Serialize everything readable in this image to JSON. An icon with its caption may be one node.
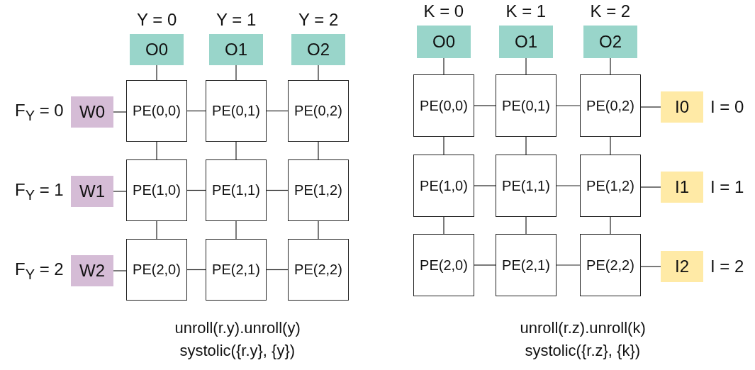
{
  "diagram": {
    "nodes": [
      {
        "text": [
          "O0"
        ],
        "beside": [
          "Y = 0"
        ]
      },
      {
        "text": [
          "O1"
        ],
        "beside": [
          "Y = 1"
        ]
      },
      {
        "text": [
          "O2"
        ],
        "beside": [
          "Y = 2"
        ]
      },
      {
        "text": [
          "W0"
        ],
        "beside": [
          "F$_{Y}$ = 0"
        ]
      },
      {
        "text": [
          "W1"
        ],
        "beside": [
          "F$_{Y}$ = 1"
        ]
      },
      {
        "text": [
          "W2"
        ],
        "beside": [
          "F$_{Y}$ = 2"
        ]
      },
      {
        "text": [
          "PE(0,0)"
        ]
      },
      {
        "text": [
          "PE(0,1)"
        ]
      },
      {
        "text": [
          "PE(0,2)"
        ]
      },
      {
        "text": [
          "PE(1,0)"
        ]
      },
      {
        "text": [
          "PE(1,1)"
        ]
      },
      {
        "text": [
          "PE(1,2)"
        ]
      },
      {
        "text": [
          "PE(2,0)"
        ]
      },
      {
        "text": [
          "PE(2,1)"
        ]
      },
      {
        "text": [
          "PE(2,2)"
        ]
      },
      {
        "text": [
          "O0"
        ],
        "beside": [
          "K = 0"
        ]
      },
      {
        "text": [
          "O1"
        ],
        "beside": [
          "K = 1"
        ]
      },
      {
        "text": [
          "O2"
        ],
        "beside": [
          "K = 2"
        ]
      },
      {
        "text": [
          "PE(0,0)"
        ]
      },
      {
        "text": [
          "PE(0,1)"
        ]
      },
      {
        "text": [
          "PE(0,2)"
        ]
      },
      {
        "text": [
          "PE(1,0)"
        ]
      },
      {
        "text": [
          "PE(1,1)"
        ]
      },
      {
        "text": [
          "PE(1,2)"
        ]
      },
      {
        "text": [
          "PE(2,0)"
        ]
      },
      {
        "text": [
          "PE(2,1)"
        ]
      },
      {
        "text": [
          "PE(2,2)"
        ]
      },
      {
        "text": [
          "I0"
        ],
        "beside": [
          "I = 0"
        ]
      },
      {
        "text": [
          "I1"
        ],
        "beside": [
          "I = 1"
        ]
      },
      {
        "text": [
          "I2"
        ],
        "beside": [
          "I = 2"
        ]
      }
    ],
    "edges": [
      {
        "from": 0,
        "to": 6,
        "arrow": "none"
      },
      {
        "from": 1,
        "to": 7,
        "arrow": "none"
      },
      {
        "from": 2,
        "to": 8,
        "arrow": "none"
      },
      {
        "from": 3,
        "to": 6,
        "arrow": "none"
      },
      {
        "from": 4,
        "to": 9,
        "arrow": "none"
      },
      {
        "from": 5,
        "to": 12,
        "arrow": "none"
      },
      {
        "from": 6,
        "to": 7,
        "arrow": "none"
      },
      {
        "from": 7,
        "to": 8,
        "arrow": "none"
      },
      {
        "from": 9,
        "to": 10,
        "arrow": "none"
      },
      {
        "from": 10,
        "to": 11,
        "arrow": "none"
      },
      {
        "from": 12,
        "to": 13,
        "arrow": "none"
      },
      {
        "from": 13,
        "to": 14,
        "arrow": "none"
      },
      {
        "from": 6,
        "to": 9,
        "arrow": "none"
      },
      {
        "from": 9,
        "to": 12,
        "arrow": "none"
      },
      {
        "from": 7,
        "to": 10,
        "arrow": "none"
      },
      {
        "from": 10,
        "to": 13,
        "arrow": "none"
      },
      {
        "from": 8,
        "to": 11,
        "arrow": "none"
      },
      {
        "from": 11,
        "to": 14,
        "arrow": "none"
      },
      {
        "from": 15,
        "to": 18,
        "arrow": "none"
      },
      {
        "from": 16,
        "to": 19,
        "arrow": "none"
      },
      {
        "from": 17,
        "to": 20,
        "arrow": "none"
      },
      {
        "from": 18,
        "to": 19,
        "arrow": "none"
      },
      {
        "from": 19,
        "to": 20,
        "arrow": "none"
      },
      {
        "from": 21,
        "to": 22,
        "arrow": "none"
      },
      {
        "from": 22,
        "to": 23,
        "arrow": "none"
      },
      {
        "from": 24,
        "to": 25,
        "arrow": "none"
      },
      {
        "from": 25,
        "to": 26,
        "arrow": "none"
      },
      {
        "from": 20,
        "to": 27,
        "arrow": "none"
      },
      {
        "from": 23,
        "to": 28,
        "arrow": "none"
      },
      {
        "from": 26,
        "to": 29,
        "arrow": "none"
      },
      {
        "from": 18,
        "to": 21,
        "arrow": "none"
      },
      {
        "from": 21,
        "to": 24,
        "arrow": "none"
      },
      {
        "from": 19,
        "to": 22,
        "arrow": "none"
      },
      {
        "from": 22,
        "to": 25,
        "arrow": "none"
      },
      {
        "from": 20,
        "to": 23,
        "arrow": "none"
      },
      {
        "from": 23,
        "to": 26,
        "arrow": "none"
      }
    ],
    "labels": [
      "unroll(r.y).unroll(y)",
      "systolic({r.y}, {y})",
      "unroll(r.z).unroll(k)",
      "systolic({r.z}, {k})"
    ]
  }
}
